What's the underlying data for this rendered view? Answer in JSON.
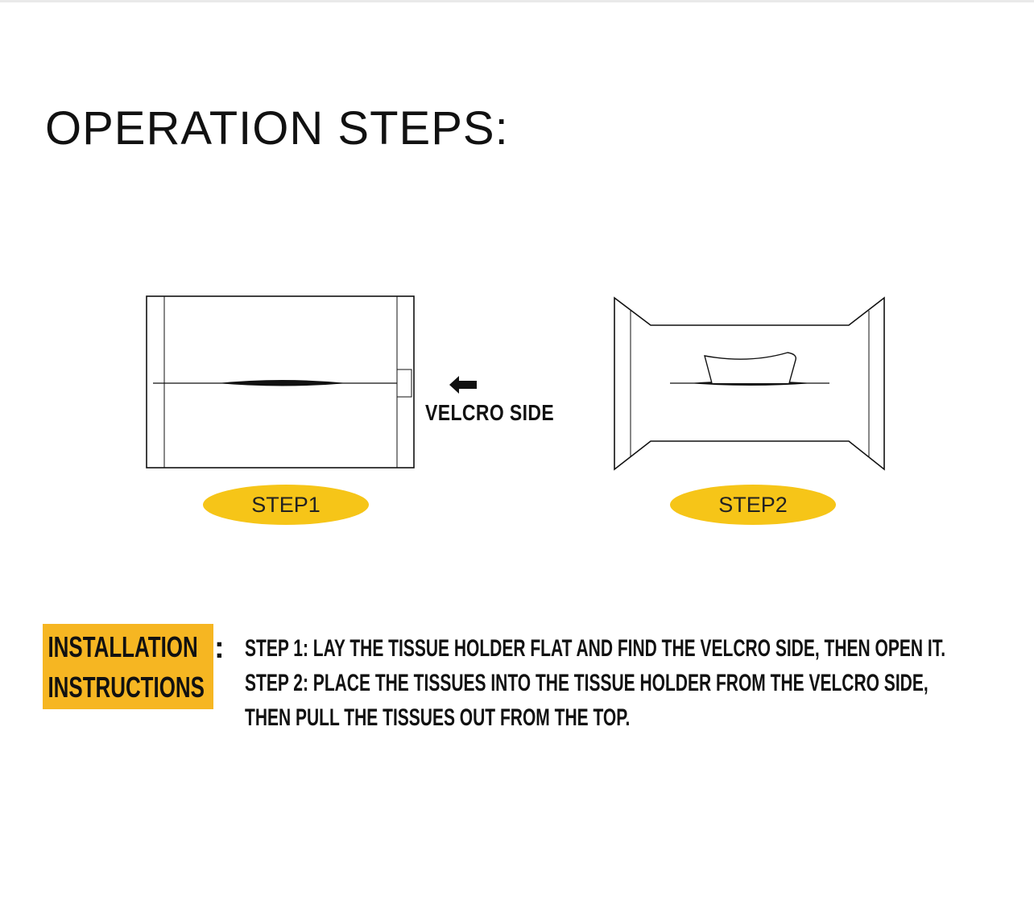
{
  "title": "OPERATION STEPS:",
  "diagram": {
    "velcro_label": "VELCRO SIDE",
    "arrow_icon": "left-arrow-icon",
    "step1_label": "STEP1",
    "step2_label": "STEP2",
    "badge_color": "#f6c518"
  },
  "instructions": {
    "heading_line1": "INSTALLATION",
    "heading_line2": "INSTRUCTIONS",
    "colon": ":",
    "heading_bg": "#f6b622",
    "line1": "STEP 1: LAY THE TISSUE HOLDER FLAT AND FIND THE VELCRO SIDE, THEN OPEN IT.",
    "line2": "STEP 2: PLACE THE TISSUES INTO THE TISSUE HOLDER FROM THE VELCRO SIDE,",
    "line3": "THEN PULL THE TISSUES OUT FROM THE TOP."
  }
}
